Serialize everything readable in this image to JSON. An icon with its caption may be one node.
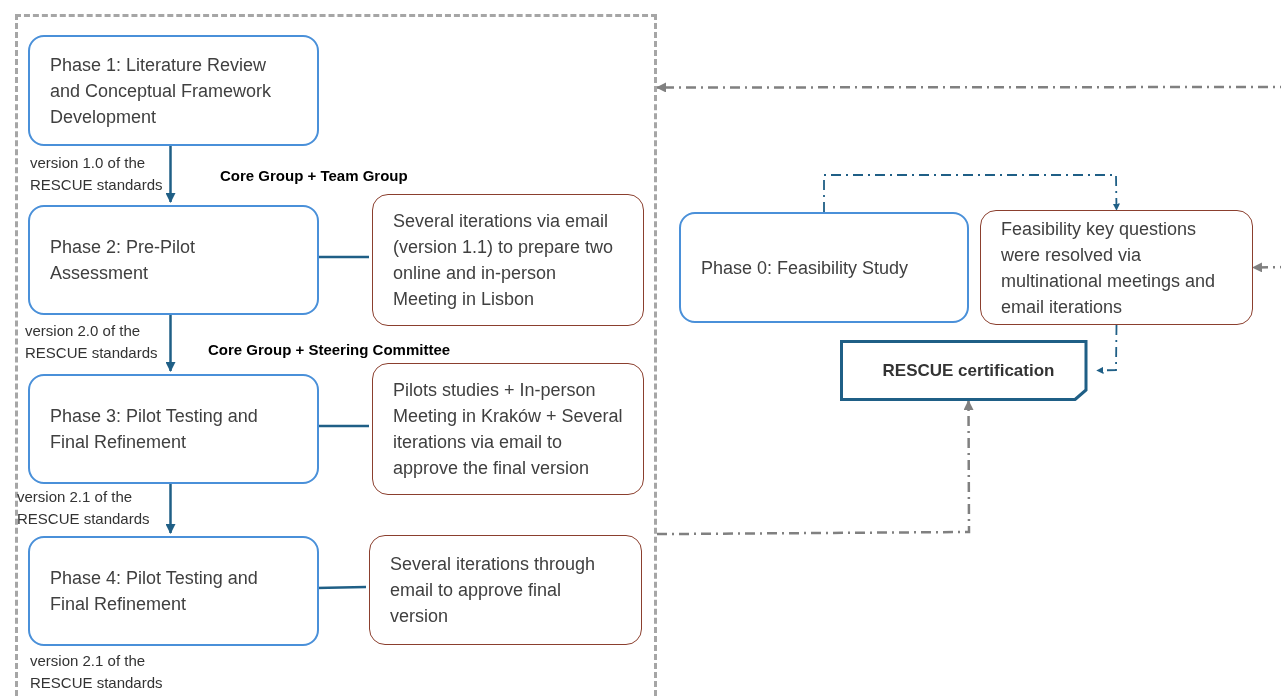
{
  "diagram": {
    "nodes": [
      {
        "text": [],
        "shape": "box"
      },
      {
        "text": [
          "Phase 1: Literature Review and Conceptual Framework Development"
        ],
        "in": 0
      },
      {
        "text": [
          "Phase 2: Pre-Pilot Assessment"
        ],
        "in": 0
      },
      {
        "text": [
          "Several iterations via email (version 1.1) to prepare two online and in-person Meeting in Lisbon"
        ],
        "in": 0
      },
      {
        "text": [
          "Phase 3: Pilot Testing and Final Refinement"
        ],
        "in": 0
      },
      {
        "text": [
          "Pilots studies + In-person Meeting in Kraków + Several iterations via email to approve the final version"
        ],
        "in": 0
      },
      {
        "text": [
          "Phase 4: Pilot Testing and Final Refinement"
        ],
        "in": 0
      },
      {
        "text": [
          "Several iterations through email to approve final version"
        ],
        "in": 0
      },
      {
        "text": [
          "Phase 0: Feasibility Study"
        ]
      },
      {
        "text": [
          "Feasibility key questions were resolved via multinational meetings and email iterations"
        ]
      },
      {
        "text": [
          "RESCUE certification"
        ]
      }
    ],
    "edges": [
      {
        "from": 1,
        "to": 2,
        "arrow": "to"
      },
      {
        "from": 2,
        "to": 4,
        "arrow": "to"
      },
      {
        "from": 4,
        "to": 6,
        "arrow": "to"
      },
      {
        "from": 2,
        "to": 3,
        "arrow": "none"
      },
      {
        "from": 4,
        "to": 5,
        "arrow": "none"
      },
      {
        "from": 6,
        "to": 7,
        "arrow": "none"
      },
      {
        "from": 8,
        "to": 9,
        "arrow": "to",
        "style": "dashed"
      },
      {
        "from": 9,
        "to": 10,
        "arrow": "to",
        "style": "dashed"
      },
      {
        "from": 0,
        "to": 10,
        "arrow": "to",
        "style": "dashed",
        "color": "#808080"
      },
      {
        "from": null,
        "to": 0,
        "arrow": "to",
        "style": "dashed",
        "color": "#808080"
      },
      {
        "from": null,
        "to": 9,
        "arrow": "to",
        "style": "dashed",
        "color": "#808080"
      }
    ],
    "labels": [
      "version 1.0 of the RESCUE standards",
      "Core Group + Team Group",
      "version 2.0 of the RESCUE standards",
      "Core Group + Steering Committee",
      "version 2.1 of the RESCUE standards",
      "version 2.1 of the RESCUE standards"
    ]
  }
}
